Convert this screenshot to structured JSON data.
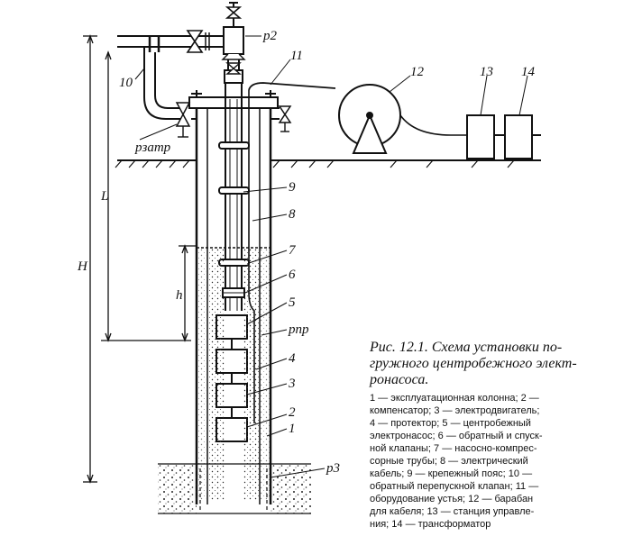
{
  "diagram": {
    "labels": {
      "p2": "p2",
      "n11": "11",
      "n12": "12",
      "n13": "13",
      "n14": "14",
      "n10": "10",
      "pzatr": "pзатр",
      "L": "L",
      "H": "H",
      "h": "h",
      "n9": "9",
      "n8": "8",
      "n7": "7",
      "n6": "6",
      "n5": "5",
      "ppr": "pпр",
      "n4": "4",
      "n3": "3",
      "n2": "2",
      "n1": "1",
      "p3": "p3"
    }
  },
  "caption": {
    "title_lines": [
      "Рис. 12.1. Схема установки по-",
      "гружного центробежного элект-",
      "ронасоса."
    ],
    "legend_lines": [
      "1 — эксплуатационная колонна; 2 —",
      "компенсатор; 3 — электродвигатель;",
      "4 — протектор; 5 — центробежный",
      "электронасос; 6 — обратный и спуск-",
      "ной клапаны; 7 — насосно-компрес-",
      "сорные трубы; 8 — электрический",
      "кабель; 9 — крепежный пояс; 10 —",
      "обратный перепускной клапан; 11 —",
      "оборудование устья; 12 — барабан",
      "для кабеля; 13 — станция управле-",
      "ния; 14 — трансформатор"
    ]
  }
}
